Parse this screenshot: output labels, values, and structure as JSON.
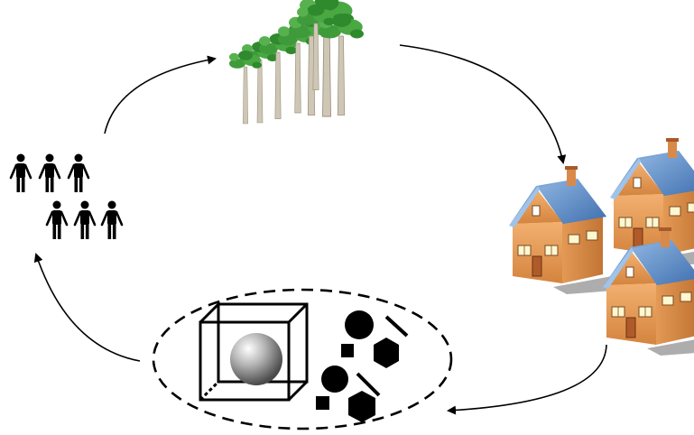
{
  "diagram": {
    "type": "cycle",
    "nodes": [
      {
        "id": "forest",
        "icon": "trees-icon"
      },
      {
        "id": "housing",
        "icon": "houses-icon"
      },
      {
        "id": "shapes",
        "icon": "geometric-shapes-icon",
        "contents": [
          "wireframe-cube-with-sphere",
          "black-circles",
          "black-squares",
          "black-hexagons",
          "diagonal-lines"
        ]
      },
      {
        "id": "people",
        "icon": "people-icon",
        "count": 6
      }
    ],
    "edges": [
      {
        "from": "people",
        "to": "forest"
      },
      {
        "from": "forest",
        "to": "housing"
      },
      {
        "from": "housing",
        "to": "shapes"
      },
      {
        "from": "shapes",
        "to": "people"
      }
    ]
  },
  "colors": {
    "arrow": "#000000",
    "foliage": "#3f9a3a",
    "trunk": "#cfc7b6",
    "roof": "#5f8fc8",
    "wall": "#e39a55",
    "door": "#b05a2a",
    "sphere": "#9a9a9a",
    "shape": "#000000"
  }
}
